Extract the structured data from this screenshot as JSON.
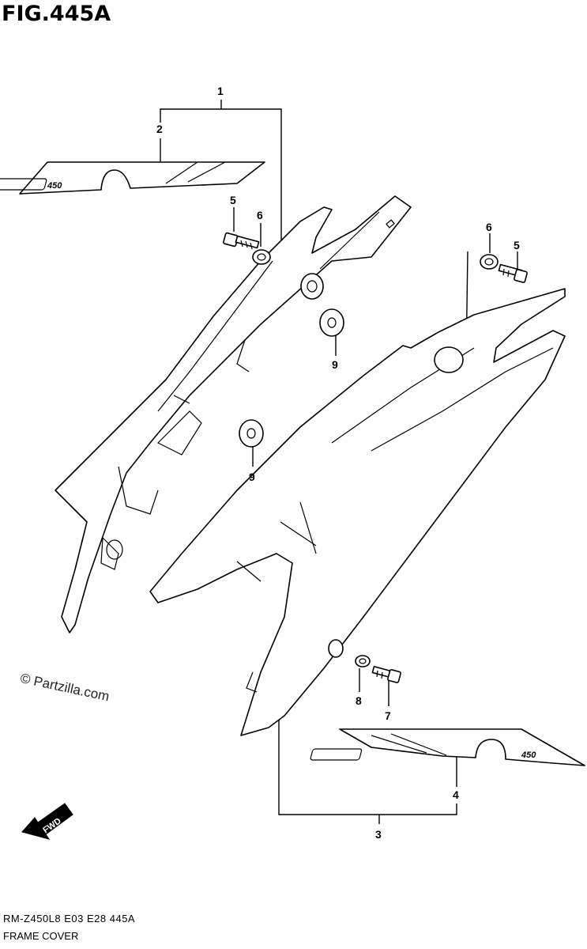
{
  "figure": {
    "title": "FIG.445A",
    "watermark": "© Partzilla.com",
    "footer_code": "RM-Z450L8  E03  E28  445A",
    "footer_title": "FRAME COVER"
  },
  "callouts": {
    "c1": "1",
    "c2": "2",
    "c3": "3",
    "c4": "4",
    "c5_left": "5",
    "c6_left": "6",
    "c5_right": "5",
    "c6_right": "6",
    "c7": "7",
    "c8": "8",
    "c9_top": "9",
    "c9_bottom": "9"
  },
  "decals": {
    "left_logo": "450",
    "right_logo": "450"
  },
  "fwd_arrow": "FWD"
}
